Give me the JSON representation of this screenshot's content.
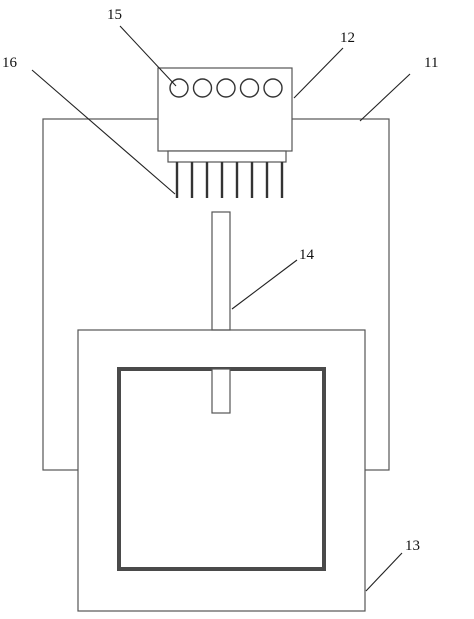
{
  "labels": {
    "label_11": "11",
    "label_12": "12",
    "label_13": "13",
    "label_14": "14",
    "label_15": "15",
    "label_16": "16"
  },
  "module_holes": 5,
  "pins": 8
}
